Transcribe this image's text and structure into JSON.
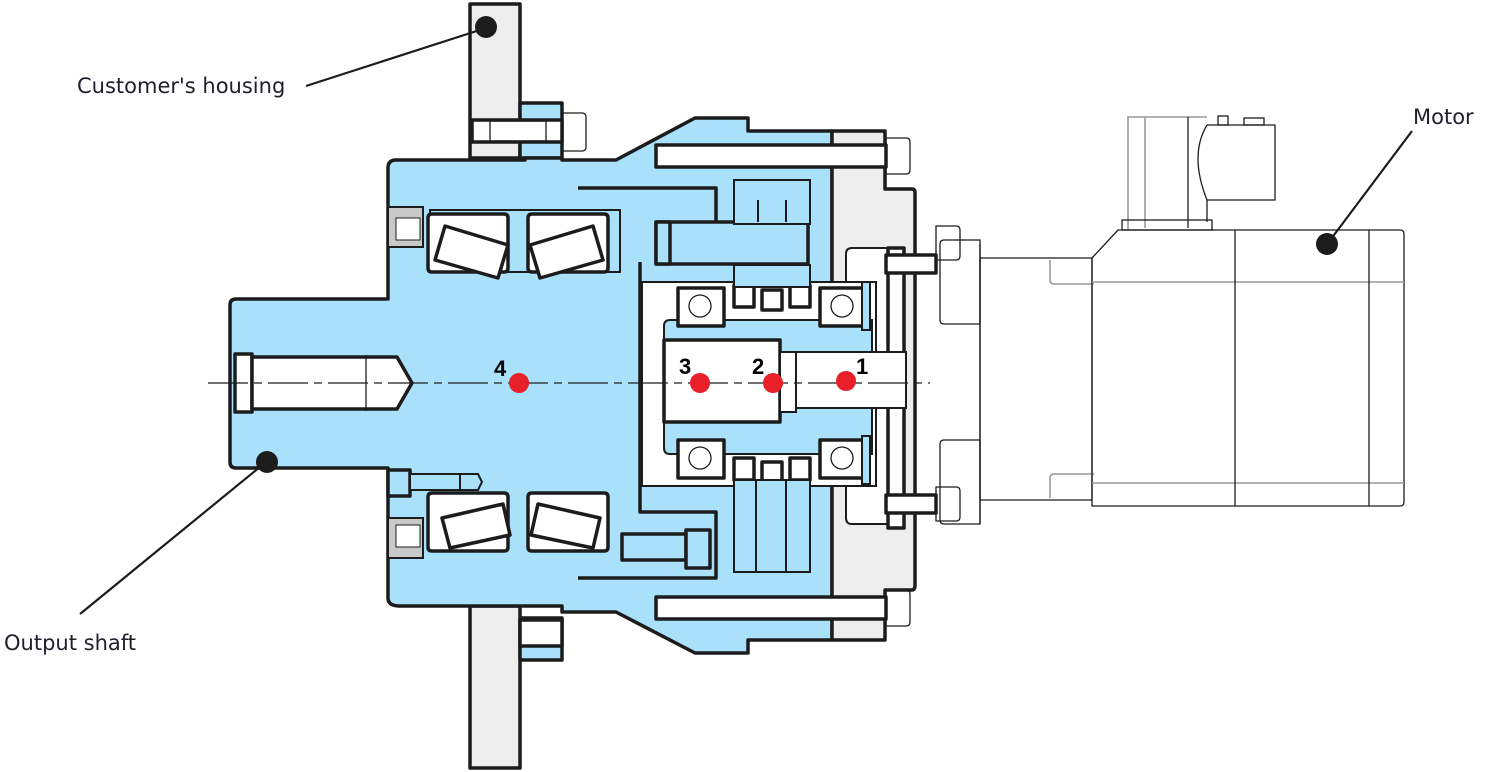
{
  "diagram": {
    "labels": {
      "customers_housing": "Customer's housing",
      "motor": "Motor",
      "output_shaft": "Output shaft"
    },
    "measurement_points": [
      "1",
      "2",
      "3",
      "4"
    ],
    "colors": {
      "gearbox_body": "#a9e1fb",
      "housing_part": "#ededed",
      "outline": "#1c1c1c",
      "measurement_point": "#e8202a",
      "callout_dot": "#1c1c1c"
    }
  }
}
